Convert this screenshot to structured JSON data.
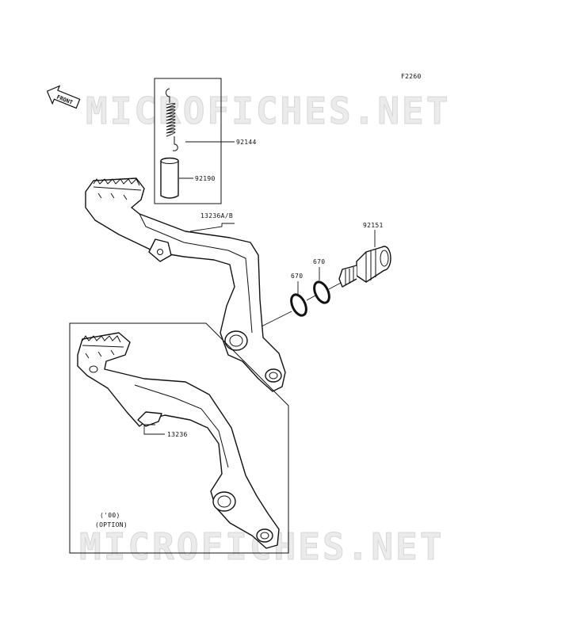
{
  "figure_code": "F2260",
  "front_label": "FRONT",
  "watermark_text": "MICROFICHES.NET",
  "parts": {
    "spring": "92144",
    "collar": "92190",
    "pedal_ab": "13236A/B",
    "pivot_bolt": "92151",
    "oring_1": "670",
    "oring_2": "670",
    "pedal_option": "13236"
  },
  "option_note": {
    "year": "('00)",
    "label": "(OPTION)"
  }
}
